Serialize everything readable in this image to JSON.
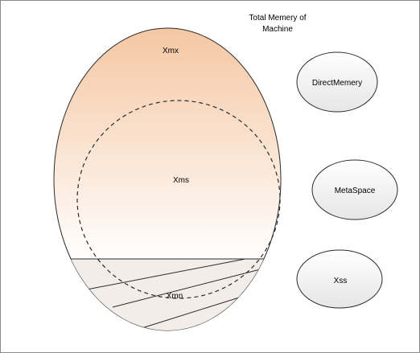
{
  "title": {
    "line1": "Total  Memery of",
    "line2": "Machine"
  },
  "heap": {
    "xmx_label": "Xmx",
    "xms_label": "Xms",
    "xmn_label": "Xmn"
  },
  "side_regions": {
    "direct_memory": "DirectMemery",
    "metaspace": "MetaSpace",
    "xss": "Xss"
  },
  "colors": {
    "heap_gradient_top": "#f5c7a3",
    "heap_gradient_bottom": "#ffffff",
    "young_band_fill": "#f2ede8",
    "side_gradient_top": "#ffffff",
    "side_gradient_bottom": "#e6e6e6",
    "outline": "#2b2b2b",
    "border": "#8a8a8a"
  }
}
